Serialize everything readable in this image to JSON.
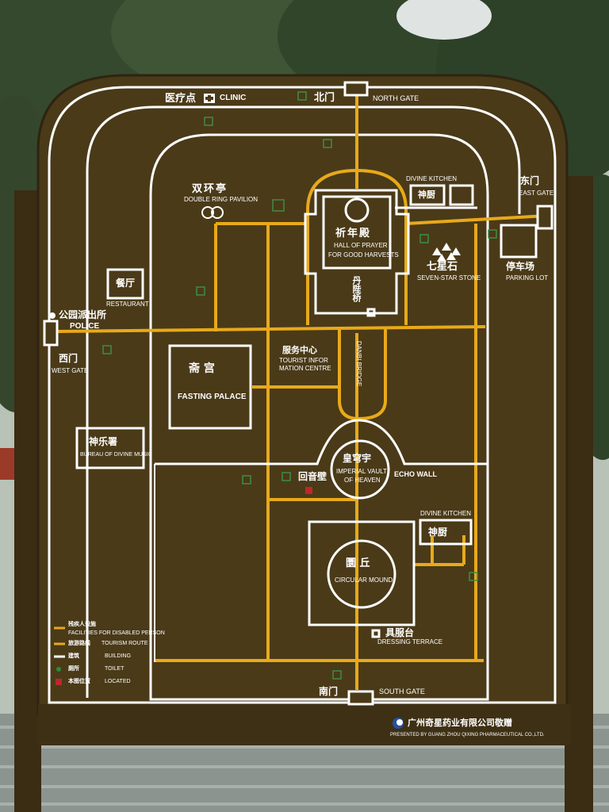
{
  "map": {
    "colors": {
      "board": "#4a3a18",
      "route_building": "#ffffff",
      "tourism_route": "#e8a91a",
      "post": "#3b2c14",
      "plaque": "#3e3014"
    },
    "north": {
      "cn": "北门",
      "en": "NORTH GATE"
    },
    "clinic": {
      "cn": "医疗点",
      "en": "CLINIC"
    },
    "east_gate": {
      "cn": "东门",
      "en": "EAST GATE"
    },
    "west_gate": {
      "cn": "西门",
      "en": "WEST GATE"
    },
    "south_gate": {
      "cn": "南门",
      "en": "SOUTH GATE"
    },
    "double_ring": {
      "cn": "双环亭",
      "en": "DOUBLE RING PAVILION"
    },
    "divine_kitchen_n": {
      "en": "DIVINE KITCHEN",
      "cn": "神厨"
    },
    "hall_prayer": {
      "cn": "祈年殿",
      "en1": "HALL OF PRAYER",
      "en2": "FOR GOOD HARVESTS"
    },
    "seven_star": {
      "cn": "七星石",
      "en": "SEVEN-STAR STONE"
    },
    "parking": {
      "cn": "停车场",
      "en": "PARKING LOT"
    },
    "restaurant": {
      "cn": "餐厅",
      "en": "RESTAURANT"
    },
    "police": {
      "cn": "公园派出所",
      "en": "POLICE"
    },
    "danbi": {
      "cn": "丹陛桥",
      "en": "DANBI BRIDGE"
    },
    "tourist": {
      "cn": "服务中心",
      "en1": "TOURIST INFOR",
      "en2": "MATION CENTRE"
    },
    "fasting": {
      "cn": "斋 宫",
      "en": "FASTING PALACE"
    },
    "divine_music": {
      "cn": "神乐署",
      "en": "BUREAU OF DIVINE MUSIC"
    },
    "imperial": {
      "cn": "皇穹宇",
      "en1": "IMPERIAL VAULT",
      "en2": "OF HEAVEN"
    },
    "echo": {
      "cn": "回音壁",
      "en": "ECHO WALL"
    },
    "divine_kitchen_s": {
      "en": "DIVINE KITCHEN",
      "cn": "神厨"
    },
    "circular": {
      "cn": "圜 丘",
      "en": "CIRCULAR MOUND"
    },
    "dressing": {
      "cn": "具服台",
      "en": "DRESSING TERRACE"
    },
    "legend": [
      {
        "cn": "残疾人设施",
        "en": "FACILITIES FOR DISABLED PERSON",
        "color": "#e8a91a"
      },
      {
        "cn": "旅游路线",
        "en": "TOURISM ROUTE",
        "color": "#e8a91a"
      },
      {
        "cn": "建筑",
        "en": "BUILDING",
        "color": "#ffffff"
      },
      {
        "cn": "厕所",
        "en": "TOILET",
        "color": "#2f8a3a"
      },
      {
        "cn": "本图位置",
        "en": "LOCATED",
        "color": "#c0262a"
      }
    ],
    "sponsor": {
      "cn": "广州奇星药业有限公司敬赠",
      "en": "PRESENTED BY GUANG ZHOU QIXING PHARMACEUTICAL CO.,LTD."
    }
  }
}
